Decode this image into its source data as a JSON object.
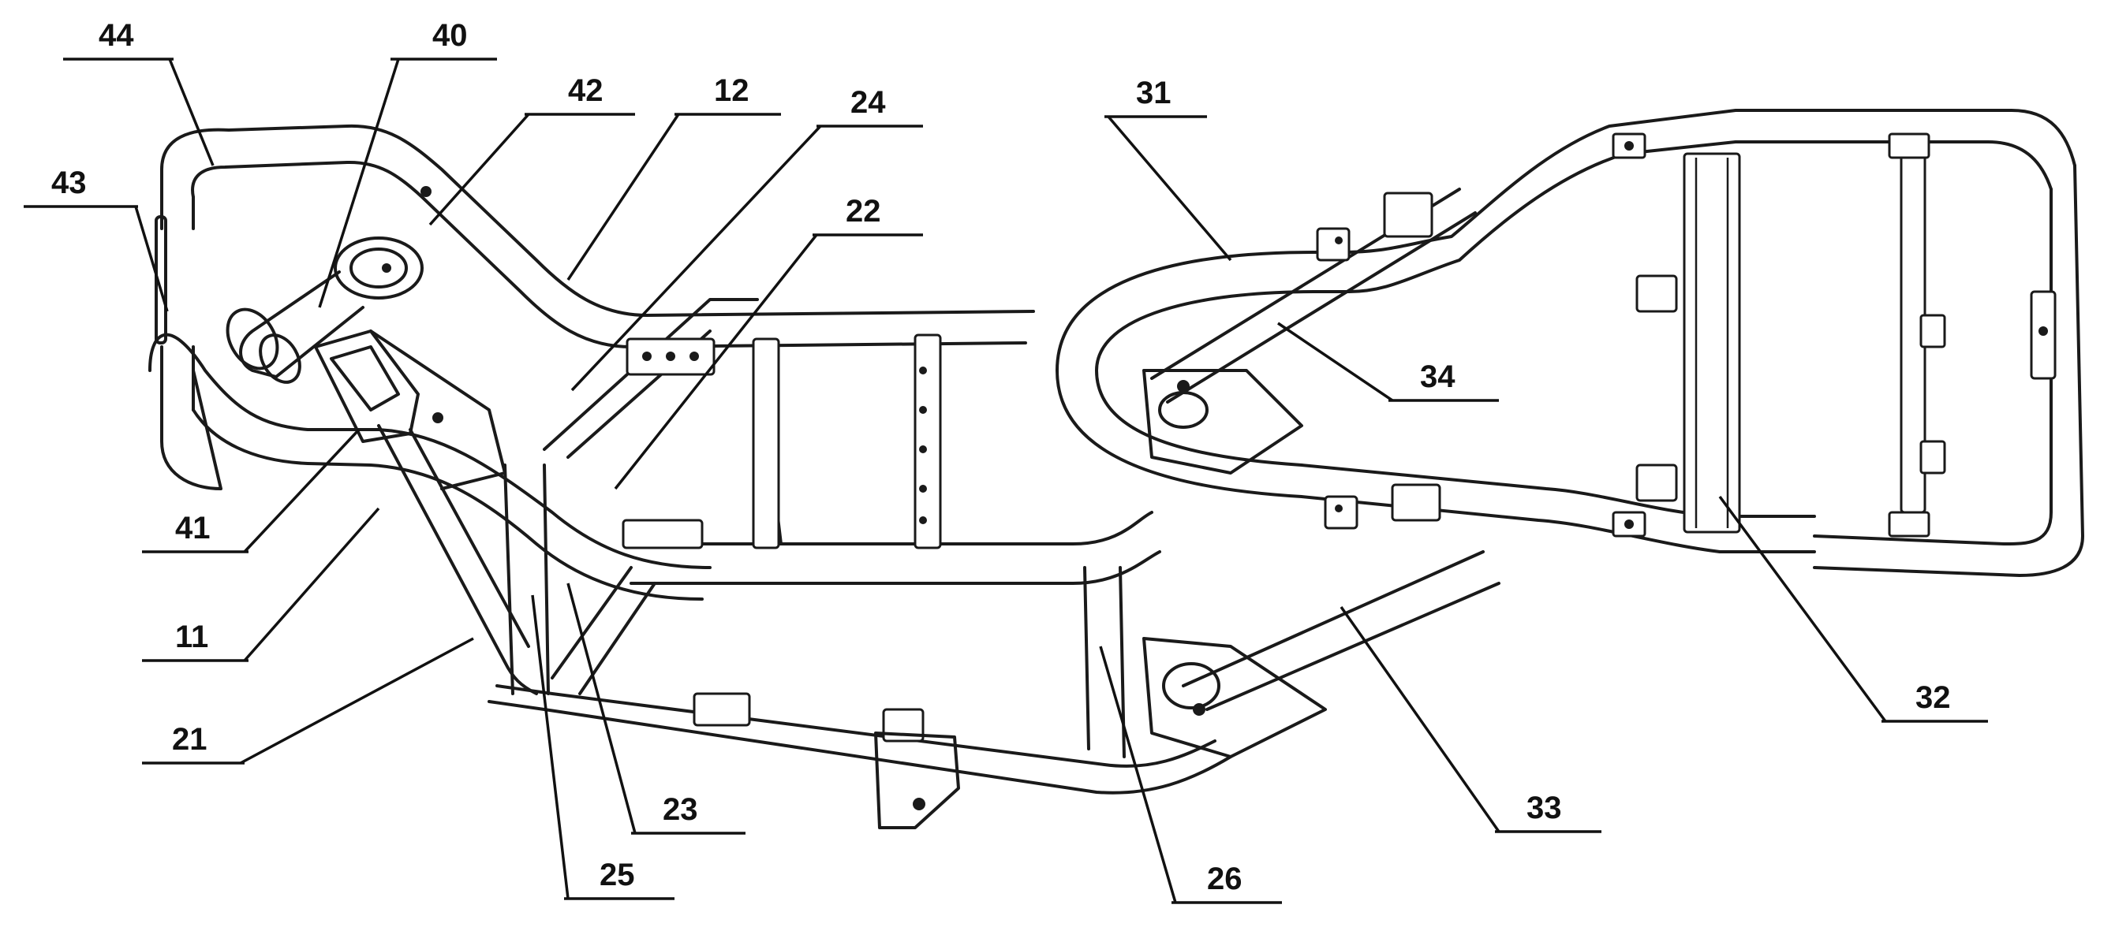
{
  "figure": {
    "subject": "motorcycle-frame-drawing",
    "callouts": [
      {
        "id": "c44",
        "label": "44"
      },
      {
        "id": "c40",
        "label": "40"
      },
      {
        "id": "c43",
        "label": "43"
      },
      {
        "id": "c42",
        "label": "42"
      },
      {
        "id": "c12",
        "label": "12"
      },
      {
        "id": "c24",
        "label": "24"
      },
      {
        "id": "c22",
        "label": "22"
      },
      {
        "id": "c31",
        "label": "31"
      },
      {
        "id": "c34",
        "label": "34"
      },
      {
        "id": "c41",
        "label": "41"
      },
      {
        "id": "c11",
        "label": "11"
      },
      {
        "id": "c21",
        "label": "21"
      },
      {
        "id": "c23",
        "label": "23"
      },
      {
        "id": "c25",
        "label": "25"
      },
      {
        "id": "c26",
        "label": "26"
      },
      {
        "id": "c33",
        "label": "33"
      },
      {
        "id": "c32",
        "label": "32"
      }
    ]
  }
}
